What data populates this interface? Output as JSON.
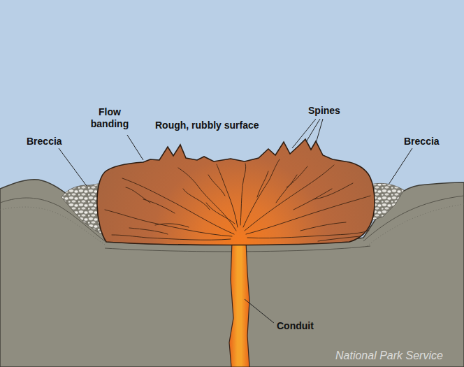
{
  "diagram": {
    "labels": [
      "Breccia",
      "Flow banding",
      "Rough, rubbly surface",
      "Spines",
      "Breccia",
      "Conduit",
      "National Park Service"
    ]
  }
}
